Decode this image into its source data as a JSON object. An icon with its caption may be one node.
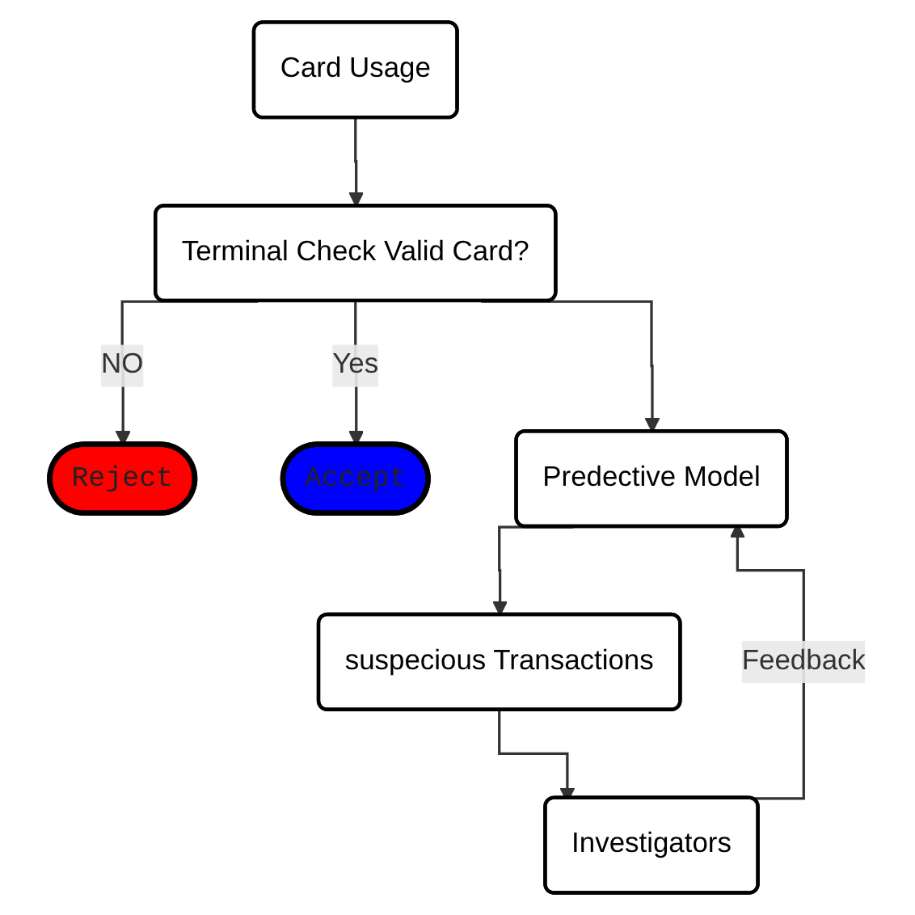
{
  "diagram": {
    "nodes": [
      {
        "text": [
          "Card Usage"
        ]
      },
      {
        "text": [
          "Terminal Check Valid Card?"
        ]
      },
      {
        "text": [
          "Reject"
        ]
      },
      {
        "text": [
          "Accept"
        ]
      },
      {
        "text": [
          "Predective Model"
        ]
      },
      {
        "text": [
          "suspecious Transactions"
        ]
      },
      {
        "text": [
          "Investigators"
        ]
      }
    ],
    "edges": [
      {
        "from": 0,
        "to": 1,
        "arrow": "to"
      },
      {
        "from": 1,
        "to": 2,
        "arrow": "to",
        "label": "NO"
      },
      {
        "from": 1,
        "to": 3,
        "arrow": "to",
        "label": "Yes"
      },
      {
        "from": 1,
        "to": 4,
        "arrow": "to"
      },
      {
        "from": 4,
        "to": 5,
        "arrow": "to"
      },
      {
        "from": 5,
        "to": 6,
        "arrow": "to"
      },
      {
        "from": 6,
        "to": 4,
        "arrow": "to",
        "label": "Feedback"
      }
    ]
  }
}
